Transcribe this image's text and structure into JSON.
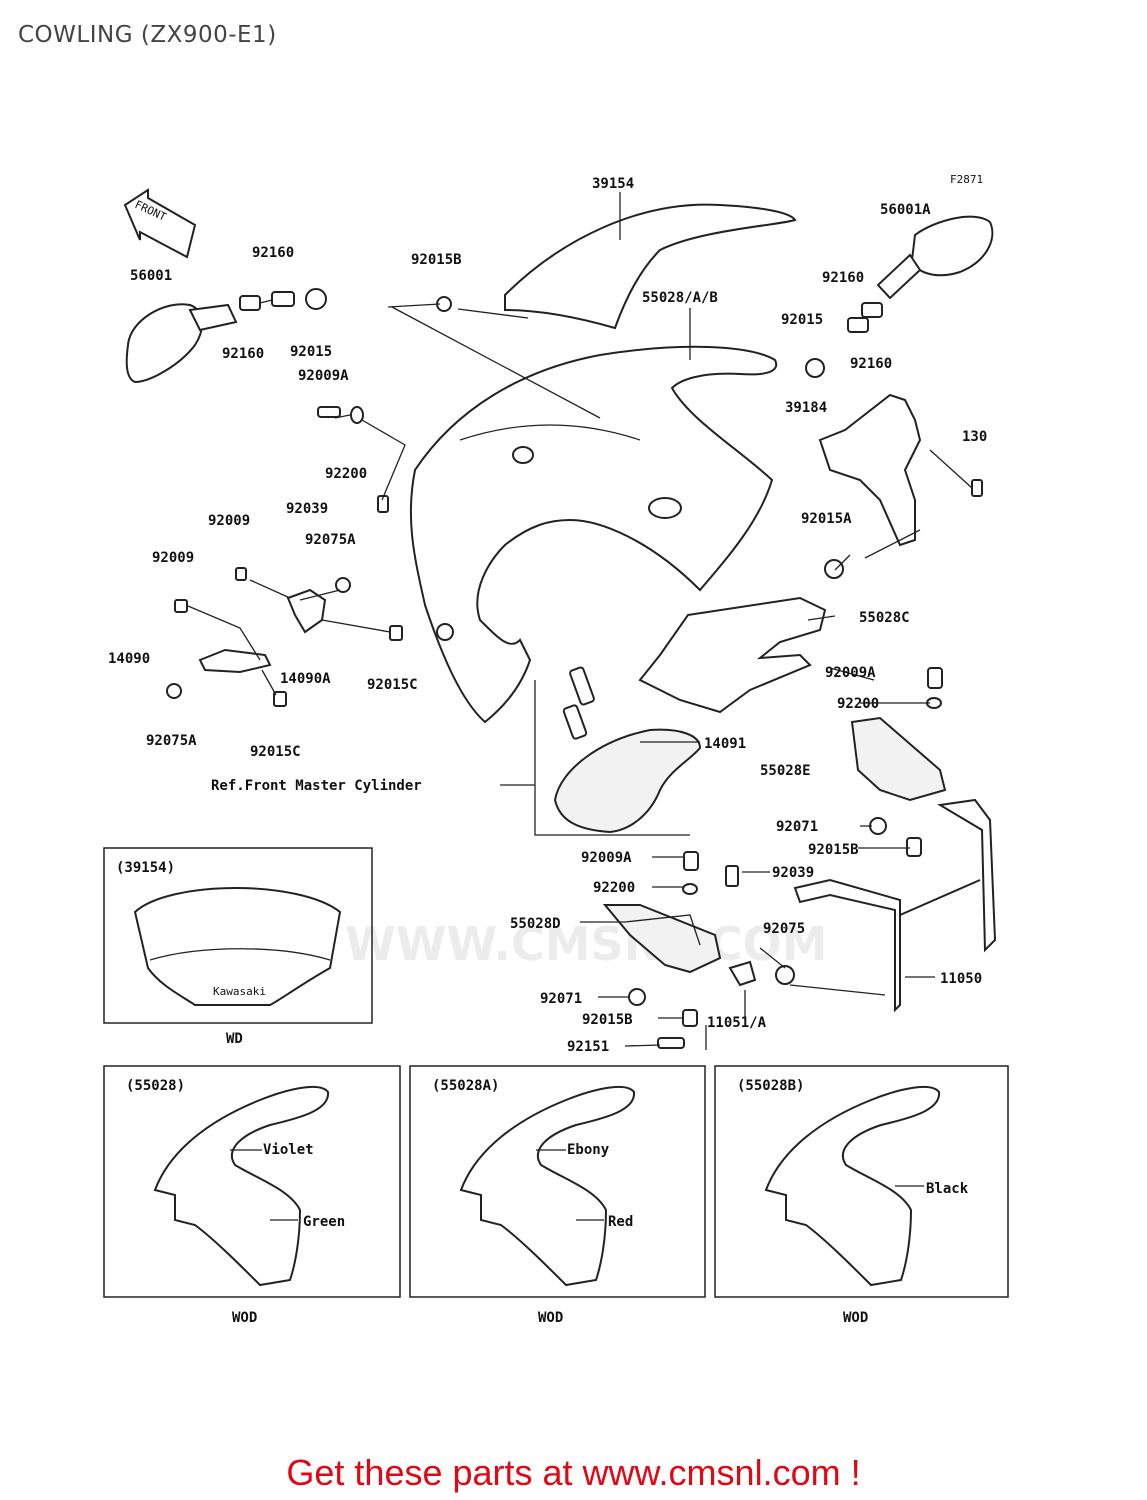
{
  "title": "COWLING (ZX900-E1)",
  "figure_code": "F2871",
  "front_label": "FRONT",
  "watermark": "WWW.CMSNL.COM",
  "part_labels": {
    "p39154": "39154",
    "p56001A": "56001A",
    "p56001": "56001",
    "p92160a": "92160",
    "p92160b": "92160",
    "p92160c": "92160",
    "p92160d": "92160",
    "p92015a": "92015",
    "p92015b": "92015",
    "p92015B_top": "92015B",
    "p55028ab": "55028/A/B",
    "p92009A_a": "92009A",
    "p92200_a": "92200",
    "p92039_a": "92039",
    "p39184": "39184",
    "p130": "130",
    "p92015A": "92015A",
    "p92009_a": "92009",
    "p92009_b": "92009",
    "p92075A_a": "92075A",
    "p92075A_b": "92075A",
    "p14090": "14090",
    "p14090A": "14090A",
    "p92015C_a": "92015C",
    "p92015C_b": "92015C",
    "p55028C": "55028C",
    "p92009A_b": "92009A",
    "p92200_b": "92200",
    "p14091": "14091",
    "p55028E": "55028E",
    "p92071_a": "92071",
    "p92015B_b": "92015B",
    "p92009A_c": "92009A",
    "p92039_b": "92039",
    "p92200_c": "92200",
    "p55028D": "55028D",
    "p92075": "92075",
    "p11050": "11050",
    "p92071_b": "92071",
    "p92015B_c": "92015B",
    "p11051A": "11051/A",
    "p92151": "92151",
    "ref_front_master": "Ref.Front Master Cylinder"
  },
  "windshield_inset": {
    "title": "(39154)",
    "caption": "WD",
    "brand": "Kawasaki"
  },
  "color_insets": [
    {
      "title": "(55028)",
      "color_upper": "Violet",
      "color_lower": "Green",
      "caption": "WOD"
    },
    {
      "title": "(55028A)",
      "color_upper": "Ebony",
      "color_lower": "Red",
      "caption": "WOD"
    },
    {
      "title": "(55028B)",
      "color_upper": "",
      "color_lower": "Black",
      "caption": "WOD"
    }
  ],
  "footer_text": "Get these parts at www.cmsnl.com !",
  "colors": {
    "footer": "#e30613",
    "line": "#222222",
    "title": "#444444"
  }
}
